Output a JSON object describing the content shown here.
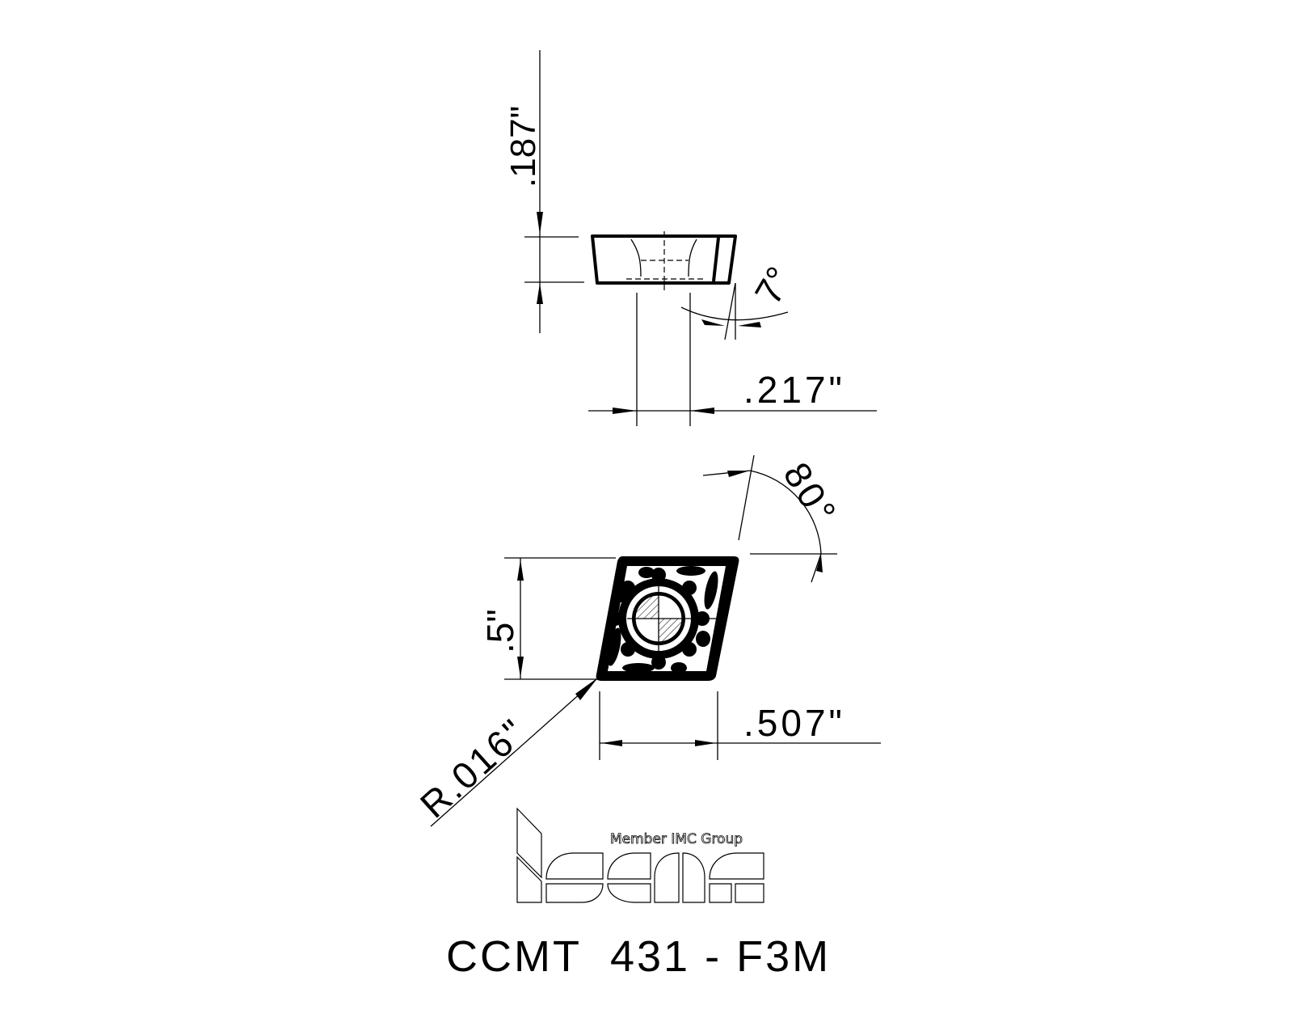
{
  "drawing": {
    "colors": {
      "line": "#000000",
      "background": "#ffffff"
    },
    "side_view": {
      "thickness_dim": ".187\"",
      "relief_angle": "7°",
      "hole_width_dim": ".217\""
    },
    "top_view": {
      "height_dim": ".5\"",
      "corner_angle": "80°",
      "width_dim": ".507\"",
      "corner_radius": "R.016\""
    },
    "logo": {
      "brand": "iscar",
      "tagline": "Member IMC Group"
    },
    "part_designation": "CCMT  431 - F3M"
  }
}
